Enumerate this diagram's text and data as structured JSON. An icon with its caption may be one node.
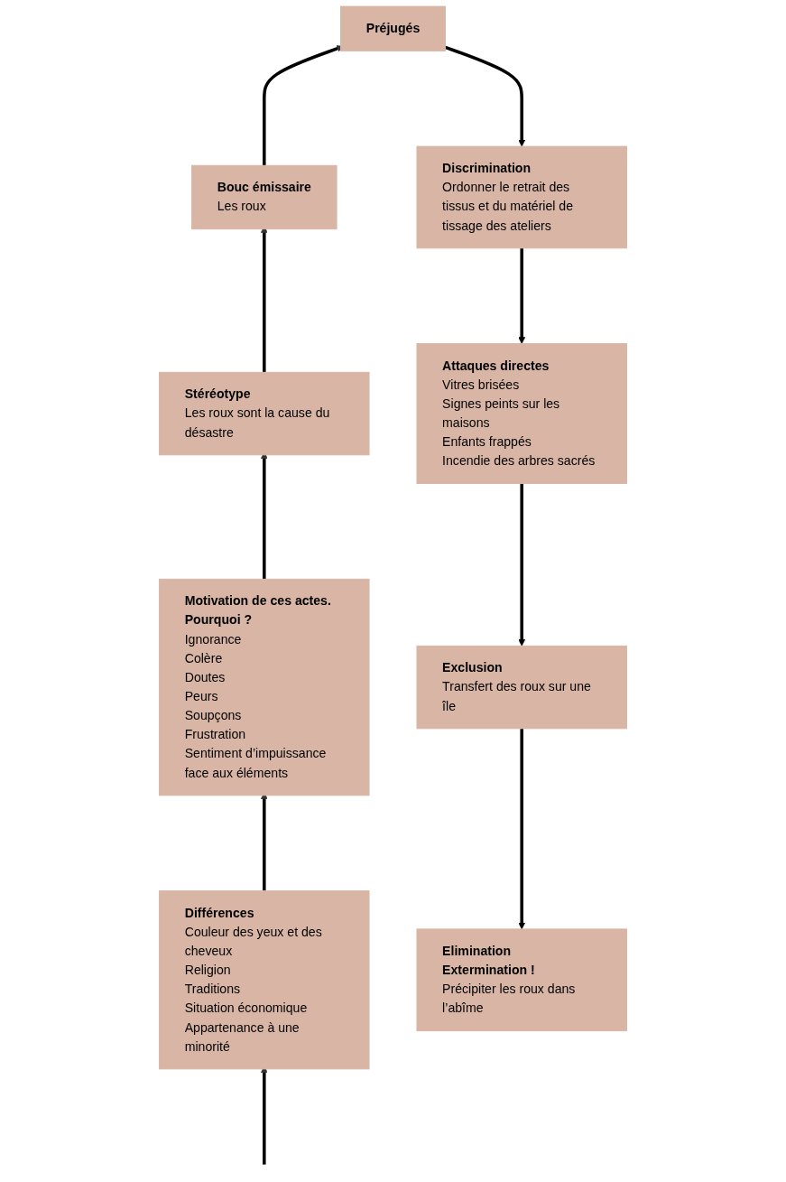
{
  "diagram": {
    "nodes": [
      {
        "text": [
          "Préjugés"
        ]
      },
      {
        "text": [
          "Bouc émissaire",
          "Les roux"
        ]
      },
      {
        "text": [
          "Discrimination",
          "Ordonner le retrait des tissus et du matériel de tissage des ateliers"
        ]
      },
      {
        "text": [
          "Stéréotype",
          "Les roux sont la cause du désastre"
        ]
      },
      {
        "text": [
          "Attaques directes",
          "Vitres brisées",
          "Signes peints sur les maisons",
          "Enfants frappés",
          "Incendie des arbres sacrés"
        ]
      },
      {
        "text": [
          "Motivation de ces actes. Pourquoi ?",
          "Ignorance",
          "Colère",
          "Doutes",
          "Peurs",
          "Soupçons",
          "Frustration",
          "Sentiment d’impuissance face aux éléments"
        ]
      },
      {
        "text": [
          "Exclusion",
          "Transfert des roux sur une île"
        ]
      },
      {
        "text": [
          "Différences",
          "Couleur des yeux et des cheveux",
          "Religion",
          "Traditions",
          "Situation économique",
          "Appartenance à une minorité"
        ]
      },
      {
        "text": [
          "Elimination",
          "Extermination !",
          "Précipiter les roux dans l’abîme"
        ]
      }
    ],
    "edges": [
      {
        "from": null,
        "to": 7,
        "arrow": "to"
      },
      {
        "from": 7,
        "to": 5,
        "arrow": "to"
      },
      {
        "from": 5,
        "to": 3,
        "arrow": "to"
      },
      {
        "from": 3,
        "to": 1,
        "arrow": "to"
      },
      {
        "from": 1,
        "to": 0,
        "arrow": "to"
      },
      {
        "from": 0,
        "to": 2,
        "arrow": "to"
      },
      {
        "from": 2,
        "to": 4,
        "arrow": "to"
      },
      {
        "from": 4,
        "to": 6,
        "arrow": "to"
      },
      {
        "from": 6,
        "to": 8,
        "arrow": "to"
      }
    ]
  }
}
